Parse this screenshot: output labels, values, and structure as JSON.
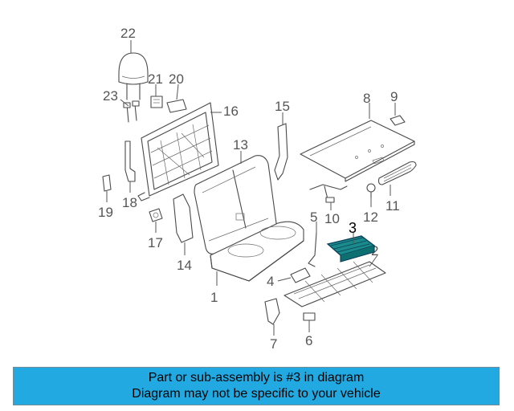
{
  "callouts": {
    "c1": "1",
    "c2": "2",
    "c3": "3",
    "c4": "4",
    "c5": "5",
    "c6": "6",
    "c7": "7",
    "c8": "8",
    "c9": "9",
    "c10": "10",
    "c11": "11",
    "c12": "12",
    "c13": "13",
    "c14": "14",
    "c15": "15",
    "c16": "16",
    "c17": "17",
    "c18": "18",
    "c19": "19",
    "c20": "20",
    "c21": "21",
    "c22": "22",
    "c23": "23"
  },
  "highlight": {
    "part": "3",
    "fill_color": "#1a8a8a",
    "accent_color": "#0a3f5a"
  },
  "banner": {
    "line1": "Part or sub-assembly is #3 in diagram",
    "line2": "Diagram may not be specific to your vehicle",
    "background": "#22a9e1"
  }
}
